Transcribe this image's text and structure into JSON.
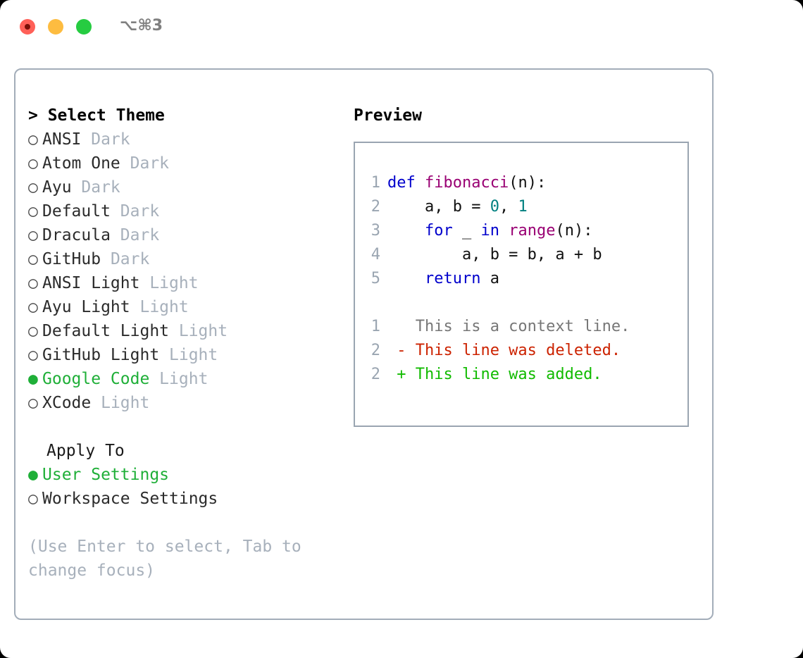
{
  "titlebar": {
    "shortcut": "⌥⌘3",
    "buttons": [
      {
        "name": "close",
        "color": "#ff6058"
      },
      {
        "name": "minimize",
        "color": "#fdbc40"
      },
      {
        "name": "maximize",
        "color": "#26cc41"
      }
    ]
  },
  "colors": {
    "accent_green": "#1faf38",
    "muted": "#a7b0bb",
    "panel_border": "#a3adb9",
    "preview_border": "#9aa5b1",
    "keyword": "#0000cc",
    "function": "#990073",
    "number": "#008080",
    "diff_added": "#11bb00",
    "diff_deleted": "#cc2200",
    "diff_context": "#777777"
  },
  "theme_list": {
    "heading": "> Select Theme",
    "bullet_selected": "●",
    "bullet_unselected": "○",
    "items": [
      {
        "name": "ANSI",
        "tag": "Dark",
        "selected": false
      },
      {
        "name": "Atom One",
        "tag": "Dark",
        "selected": false
      },
      {
        "name": "Ayu",
        "tag": "Dark",
        "selected": false
      },
      {
        "name": "Default",
        "tag": "Dark",
        "selected": false
      },
      {
        "name": "Dracula",
        "tag": "Dark",
        "selected": false
      },
      {
        "name": "GitHub",
        "tag": "Dark",
        "selected": false
      },
      {
        "name": "ANSI Light",
        "tag": "Light",
        "selected": false
      },
      {
        "name": "Ayu Light",
        "tag": "Light",
        "selected": false
      },
      {
        "name": "Default Light",
        "tag": "Light",
        "selected": false
      },
      {
        "name": "GitHub Light",
        "tag": "Light",
        "selected": false
      },
      {
        "name": "Google Code",
        "tag": "Light",
        "selected": true
      },
      {
        "name": "XCode",
        "tag": "Light",
        "selected": false
      }
    ]
  },
  "apply_to": {
    "heading": "Apply To",
    "items": [
      {
        "name": "User Settings",
        "selected": true
      },
      {
        "name": "Workspace Settings",
        "selected": false
      }
    ]
  },
  "hint": "(Use Enter to select, Tab to change focus)",
  "preview": {
    "title": "Preview",
    "code_lines": [
      {
        "lno": "1",
        "tokens": [
          {
            "t": "def",
            "c": "kw"
          },
          {
            "t": " ",
            "c": "pl"
          },
          {
            "t": "fibonacci",
            "c": "fn"
          },
          {
            "t": "(n):",
            "c": "pl"
          }
        ]
      },
      {
        "lno": "2",
        "tokens": [
          {
            "t": "    a, b = ",
            "c": "pl"
          },
          {
            "t": "0",
            "c": "num"
          },
          {
            "t": ", ",
            "c": "pl"
          },
          {
            "t": "1",
            "c": "num"
          }
        ]
      },
      {
        "lno": "3",
        "tokens": [
          {
            "t": "    ",
            "c": "pl"
          },
          {
            "t": "for",
            "c": "kw"
          },
          {
            "t": " _ ",
            "c": "pl"
          },
          {
            "t": "in",
            "c": "kw"
          },
          {
            "t": " ",
            "c": "pl"
          },
          {
            "t": "range",
            "c": "fn"
          },
          {
            "t": "(n):",
            "c": "pl"
          }
        ]
      },
      {
        "lno": "4",
        "tokens": [
          {
            "t": "        a, b = b, a + b",
            "c": "pl"
          }
        ]
      },
      {
        "lno": "5",
        "tokens": [
          {
            "t": "    ",
            "c": "pl"
          },
          {
            "t": "return",
            "c": "kw"
          },
          {
            "t": " a",
            "c": "pl"
          }
        ]
      }
    ],
    "diff_lines": [
      {
        "lno": "1",
        "text": "   This is a context line.",
        "kind": "diff-ctx"
      },
      {
        "lno": "2",
        "text": " - This line was deleted.",
        "kind": "diff-del"
      },
      {
        "lno": "2",
        "text": " + This line was added.",
        "kind": "diff-add"
      }
    ]
  }
}
